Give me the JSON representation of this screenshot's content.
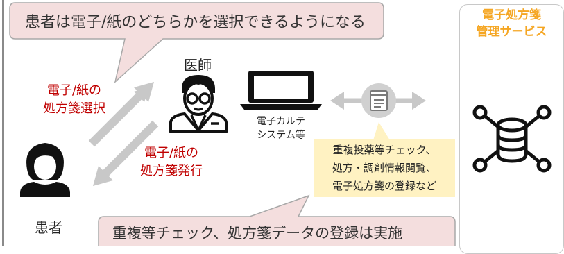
{
  "top_callout": "患者は電子/紙のどちらかを選択できるようになる",
  "bottom_callout": "重複等チェック、処方箋データの登録は実施",
  "doctor_label": "医師",
  "patient_label": "患者",
  "select_label_1": "電子/紙の",
  "select_label_2": "処方箋選択",
  "issue_label_1": "電子/紙の",
  "issue_label_2": "処方箋発行",
  "ehr_label_1": "電子カルテ",
  "ehr_label_2": "システム等",
  "yellow_lines": [
    "重複投薬等チェック、",
    "処方・調剤情報閲覧、",
    "電子処方箋の登録など"
  ],
  "service_title_1": "電子処方箋",
  "service_title_2": "管理サービス",
  "colors": {
    "accent_red": "#c00000",
    "accent_orange": "#f5a623",
    "callout_bg": "#f4dede",
    "note_bg": "#fff2c2"
  }
}
